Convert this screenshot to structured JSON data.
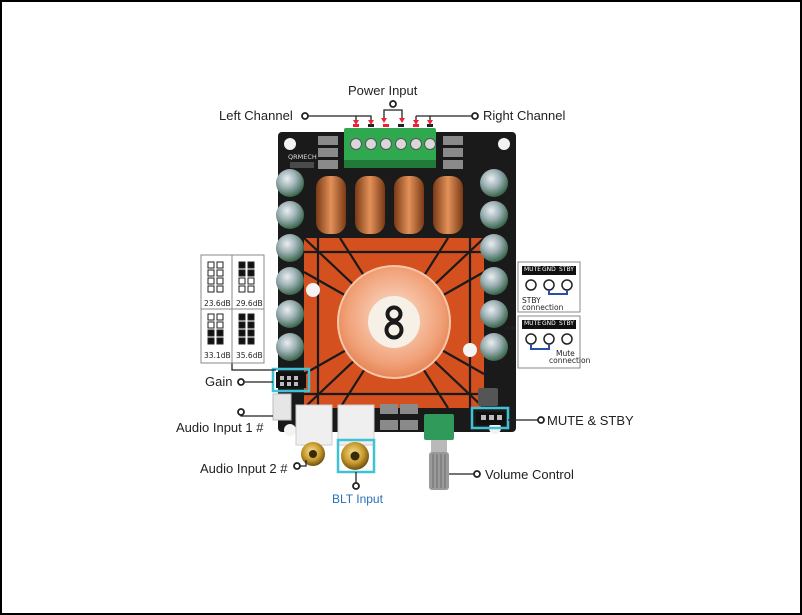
{
  "labels": {
    "power_input": "Power Input",
    "left_channel": "Left Channel",
    "right_channel": "Right Channel",
    "gain": "Gain",
    "audio_input_1": "Audio Input 1 #",
    "audio_input_2": "Audio Input 2 #",
    "blt_input": "BLT Input",
    "mute_stby": "MUTE & STBY",
    "volume_control": "Volume Control"
  },
  "board_marking": "QRMECH",
  "gain_settings": [
    "23.6dB",
    "29.6dB",
    "33.1dB",
    "35.6dB"
  ],
  "pin_panels": [
    {
      "pins": [
        "MUTE",
        "GND",
        "STBY"
      ],
      "caption_line1": "STBY",
      "caption_line2": "connection"
    },
    {
      "pins": [
        "MUTE",
        "GND",
        "STBY"
      ],
      "caption_line1": "Mute",
      "caption_line2": "connection"
    }
  ],
  "colors": {
    "highlight_box": "#3fc2d6",
    "heatsink": "#d4501f",
    "pcb": "#1a1a1a",
    "terminal": "#2fa84f",
    "inductor": "#b8632c",
    "capacitor": "#2c5b3e",
    "label_text": "#222222",
    "blt_label": "#2a6ebd"
  }
}
